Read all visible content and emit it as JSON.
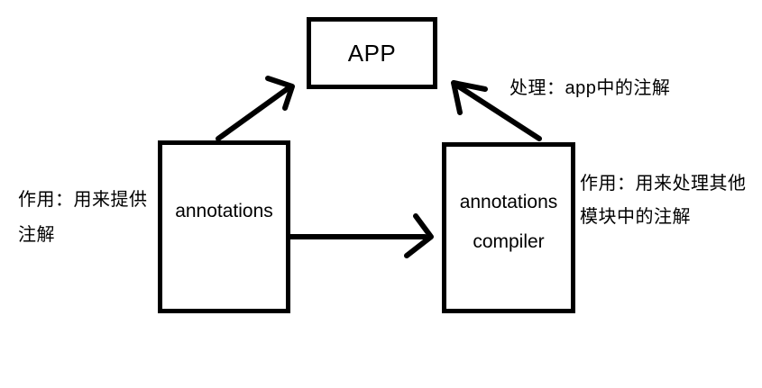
{
  "diagram": {
    "background": "#ffffff",
    "ink_color": "#000000",
    "nodes": [
      {
        "id": "app",
        "label": "APP"
      },
      {
        "id": "annotations",
        "label": "annotations"
      },
      {
        "id": "annotations-compiler",
        "label_line1": "annotations",
        "label_line2": "compiler"
      }
    ],
    "edges": [
      {
        "from": "annotations",
        "to": "app",
        "label": ""
      },
      {
        "from": "annotations-compiler",
        "to": "app",
        "label": "处理：app中的注解"
      },
      {
        "from": "annotations",
        "to": "annotations-compiler",
        "label": ""
      }
    ],
    "side_notes": [
      {
        "target": "annotations",
        "lines": [
          "作用：用来提供",
          "注解"
        ]
      },
      {
        "target": "annotations-compiler",
        "lines": [
          "作用：用来处理其他",
          "模块中的注解"
        ]
      }
    ]
  }
}
